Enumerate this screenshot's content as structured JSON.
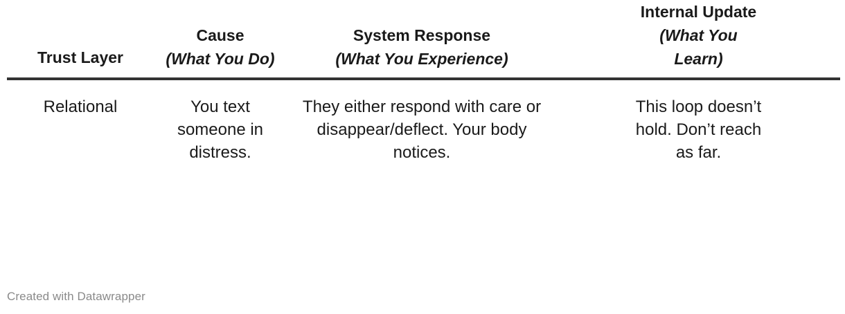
{
  "table": {
    "columns": [
      {
        "id": "trust-layer",
        "title": "Trust Layer",
        "subtitle": ""
      },
      {
        "id": "cause",
        "title": "Cause",
        "subtitle": "(What You Do)"
      },
      {
        "id": "system-response",
        "title": "System Response",
        "subtitle": "(What You Experience)"
      },
      {
        "id": "internal-update",
        "title": "Internal Update",
        "subtitle": "(What You Learn)"
      }
    ],
    "rows": [
      {
        "trust_layer": "Relational",
        "cause": "You text someone in distress.",
        "system_response": "They either respond with care or disappear/deflect. Your body notices.",
        "internal_update": "This loop doesn’t hold. Don’t reach as far."
      }
    ]
  },
  "footer": {
    "credit": "Created with Datawrapper"
  },
  "style": {
    "header_rule_color": "#333333",
    "text_color": "#1a1a1a",
    "footer_color": "#8a8a8a",
    "background": "#ffffff"
  },
  "chart_data": {
    "type": "table",
    "title": "",
    "columns": [
      "Trust Layer",
      "Cause (What You Do)",
      "System Response (What You Experience)",
      "Internal Update (What You Learn)"
    ],
    "rows": [
      [
        "Relational",
        "You text someone in distress.",
        "They either respond with care or disappear/deflect. Your body notices.",
        "This loop doesn’t hold. Don’t reach as far."
      ]
    ],
    "grid": false,
    "legend": "none",
    "source": "Created with Datawrapper"
  }
}
